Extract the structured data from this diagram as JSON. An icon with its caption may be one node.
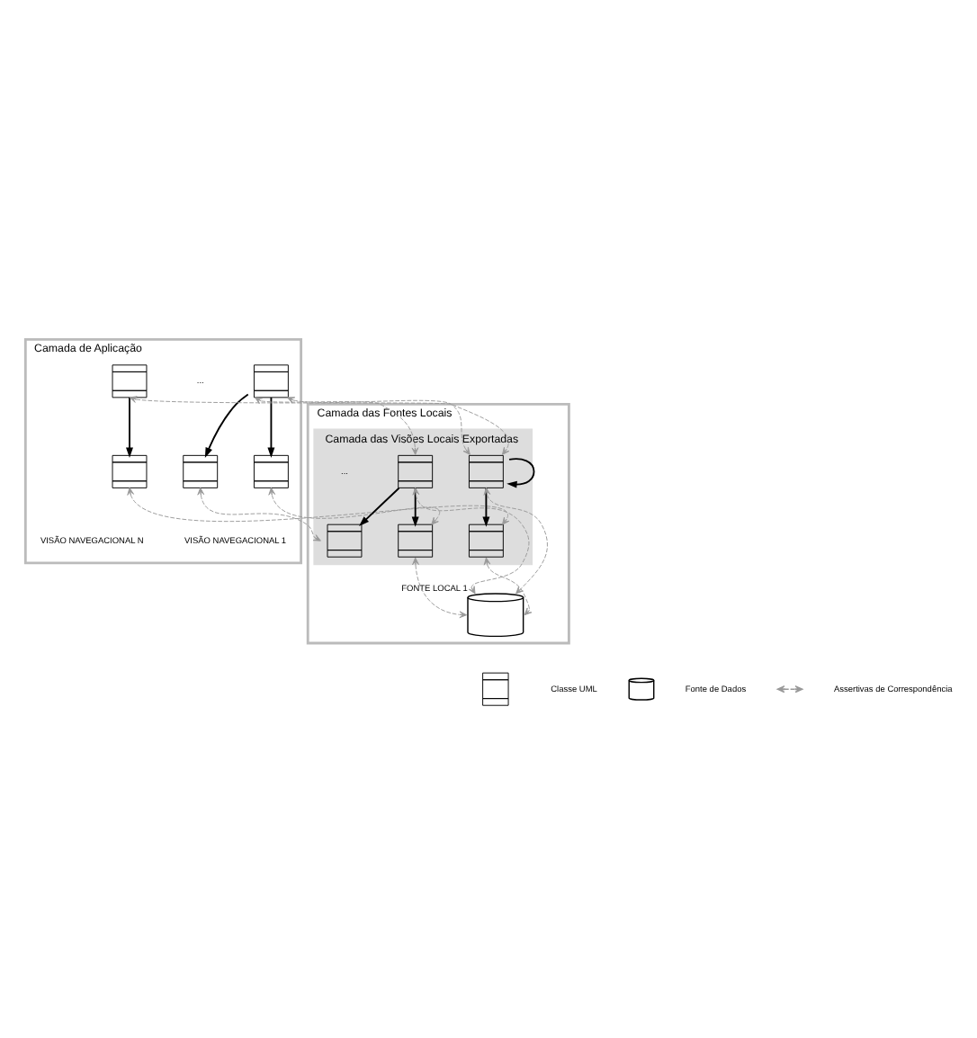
{
  "diagram": {
    "nodes": [
      {
        "text": [
          "Camada de Aplicação"
        ]
      },
      {
        "text": [],
        "shape": "box",
        "in": 0
      },
      {
        "text": [],
        "shape": "box",
        "in": 0
      },
      {
        "text": [],
        "shape": "box",
        "in": 0
      },
      {
        "text": [],
        "shape": "box",
        "in": 0
      },
      {
        "text": [],
        "shape": "box",
        "in": 0
      },
      {
        "text": [
          "Camada das Fontes Locais"
        ]
      },
      {
        "text": [
          "Camada das Visões Locais Exportadas"
        ],
        "in": 6
      },
      {
        "text": [],
        "shape": "box",
        "in": 7
      },
      {
        "text": [],
        "shape": "box",
        "in": 7
      },
      {
        "text": [],
        "shape": "box",
        "in": 7
      },
      {
        "text": [],
        "shape": "box",
        "in": 7
      },
      {
        "text": [],
        "shape": "box",
        "in": 7
      },
      {
        "text": [],
        "shape": "cylinder",
        "in": 6,
        "beside": [
          "FONTE LOCAL 1"
        ]
      }
    ],
    "edges": [
      {
        "from": 3,
        "to": 1,
        "arrow": "to",
        "color": "#000000"
      },
      {
        "from": 3,
        "to": 2,
        "arrow": "to",
        "color": "#000000"
      },
      {
        "from": 4,
        "to": 5,
        "arrow": "to",
        "color": "#000000"
      },
      {
        "from": 10,
        "to": 8,
        "arrow": "to",
        "color": "#000000"
      },
      {
        "from": 10,
        "to": 9,
        "arrow": "to",
        "color": "#000000"
      },
      {
        "from": 11,
        "to": 11,
        "arrow": "to",
        "color": "#000000"
      },
      {
        "from": 11,
        "to": 12,
        "arrow": "to",
        "color": "#000000"
      },
      {
        "from": 1,
        "to": 9,
        "arrow": "both",
        "style": "dashed",
        "color": "#999999"
      },
      {
        "from": 2,
        "to": 8,
        "arrow": "both",
        "style": "dashed",
        "color": "#999999"
      },
      {
        "from": 3,
        "to": 10,
        "arrow": "both",
        "style": "dashed",
        "color": "#999999"
      },
      {
        "from": 3,
        "to": 11,
        "arrow": "both",
        "style": "dashed",
        "color": "#999999"
      },
      {
        "from": 4,
        "to": 11,
        "arrow": "both",
        "style": "dashed",
        "color": "#999999"
      },
      {
        "from": 5,
        "to": 12,
        "arrow": "both",
        "style": "dashed",
        "color": "#999999"
      },
      {
        "from": 9,
        "to": 13,
        "arrow": "both",
        "style": "dashed",
        "color": "#999999"
      },
      {
        "from": 10,
        "to": 13,
        "arrow": "both",
        "style": "dashed",
        "color": "#999999"
      },
      {
        "from": 11,
        "to": 13,
        "arrow": "both",
        "style": "dashed",
        "color": "#999999"
      },
      {
        "from": 12,
        "to": 13,
        "arrow": "both",
        "style": "dashed",
        "color": "#999999"
      }
    ],
    "labels": [
      "...",
      "VISÃO NAVEGACIONAL 1",
      "VISÃO NAVEGACIONAL N",
      "..."
    ],
    "legend": [
      {
        "text": "Classe UML"
      },
      {
        "text": "Fonte de Dados"
      },
      {
        "text": "Assertivas de Correspondência"
      }
    ]
  }
}
